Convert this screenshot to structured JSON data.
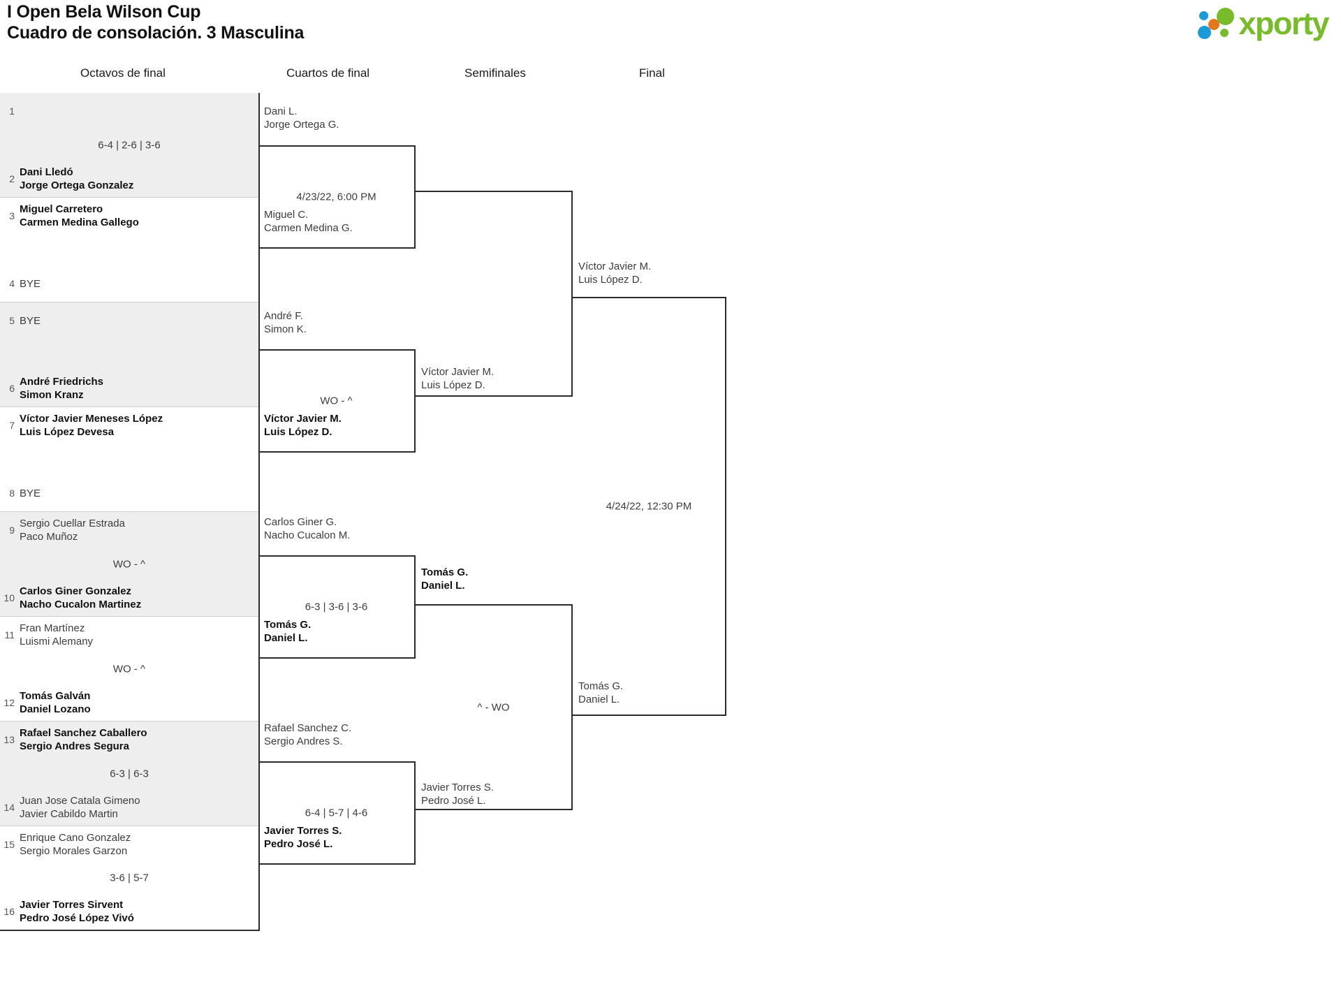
{
  "header": {
    "title_line1": "I Open Bela Wilson Cup",
    "title_line2": "Cuadro de consolación. 3 Masculina",
    "logo_word": "xporty"
  },
  "rounds": [
    {
      "label": "Octavos de final"
    },
    {
      "label": "Cuartos de final"
    },
    {
      "label": "Semifinales"
    },
    {
      "label": "Final"
    }
  ],
  "round1": {
    "matches": [
      {
        "score": "6-4 | 2-6 | 3-6",
        "top": {
          "seed": "1",
          "p1": "",
          "p2": "",
          "winner": false,
          "bye": false
        },
        "bottom": {
          "seed": "2",
          "p1": "Dani Lledó",
          "p2": "Jorge Ortega Gonzalez",
          "winner": true,
          "bye": false
        }
      },
      {
        "score": "",
        "top": {
          "seed": "3",
          "p1": "Miguel Carretero",
          "p2": "Carmen Medina Gallego",
          "winner": true,
          "bye": false
        },
        "bottom": {
          "seed": "4",
          "p1": "BYE",
          "p2": "",
          "winner": false,
          "bye": true
        }
      },
      {
        "score": "",
        "top": {
          "seed": "5",
          "p1": "BYE",
          "p2": "",
          "winner": false,
          "bye": true
        },
        "bottom": {
          "seed": "6",
          "p1": "André Friedrichs",
          "p2": "Simon Kranz",
          "winner": true,
          "bye": false
        }
      },
      {
        "score": "",
        "top": {
          "seed": "7",
          "p1": "Víctor Javier Meneses López",
          "p2": "Luis López Devesa",
          "winner": true,
          "bye": false
        },
        "bottom": {
          "seed": "8",
          "p1": "BYE",
          "p2": "",
          "winner": false,
          "bye": true
        }
      },
      {
        "score": "WO - ^",
        "top": {
          "seed": "9",
          "p1": "Sergio Cuellar Estrada",
          "p2": "Paco Muñoz",
          "winner": false,
          "bye": false
        },
        "bottom": {
          "seed": "10",
          "p1": "Carlos Giner Gonzalez",
          "p2": "Nacho Cucalon Martinez",
          "winner": true,
          "bye": false
        }
      },
      {
        "score": "WO - ^",
        "top": {
          "seed": "11",
          "p1": "Fran Martínez",
          "p2": "Luismi Alemany",
          "winner": false,
          "bye": false
        },
        "bottom": {
          "seed": "12",
          "p1": "Tomás Galván",
          "p2": "Daniel Lozano",
          "winner": true,
          "bye": false
        }
      },
      {
        "score": "6-3 | 6-3",
        "top": {
          "seed": "13",
          "p1": "Rafael Sanchez Caballero",
          "p2": "Sergio Andres Segura",
          "winner": true,
          "bye": false
        },
        "bottom": {
          "seed": "14",
          "p1": "Juan Jose Catala Gimeno",
          "p2": "Javier Cabildo Martin",
          "winner": false,
          "bye": false
        }
      },
      {
        "score": "3-6 | 5-7",
        "top": {
          "seed": "15",
          "p1": "Enrique Cano Gonzalez",
          "p2": "Sergio Morales Garzon",
          "winner": false,
          "bye": false
        },
        "bottom": {
          "seed": "16",
          "p1": "Javier Torres Sirvent",
          "p2": "Pedro José López Vivó",
          "winner": true,
          "bye": false
        }
      }
    ]
  },
  "quarterfinals": [
    {
      "score": "4/23/22, 6:00 PM",
      "top": {
        "p1": "Dani L.",
        "p2": "Jorge Ortega G.",
        "winner": false
      },
      "bottom": {
        "p1": "Miguel C.",
        "p2": "Carmen Medina G.",
        "winner": false
      }
    },
    {
      "score": "WO - ^",
      "top": {
        "p1": "André F.",
        "p2": "Simon K.",
        "winner": false
      },
      "bottom": {
        "p1": "Víctor Javier M.",
        "p2": "Luis López D.",
        "winner": true
      }
    },
    {
      "score": "6-3 | 3-6 | 3-6",
      "top": {
        "p1": "Carlos Giner G.",
        "p2": "Nacho Cucalon M.",
        "winner": false
      },
      "bottom": {
        "p1": "Tomás G.",
        "p2": "Daniel L.",
        "winner": true
      }
    },
    {
      "score": "6-4 | 5-7 | 4-6",
      "top": {
        "p1": "Rafael Sanchez C.",
        "p2": "Sergio Andres S.",
        "winner": false
      },
      "bottom": {
        "p1": "Javier Torres S.",
        "p2": "Pedro José L.",
        "winner": true
      }
    }
  ],
  "semifinals": [
    {
      "score": "",
      "top": {
        "p1": "",
        "p2": "",
        "winner": false
      },
      "bottom": {
        "p1": "Víctor Javier M.",
        "p2": "Luis López D.",
        "winner": false
      }
    },
    {
      "score": "^ - WO",
      "top": {
        "p1": "Tomás G.",
        "p2": "Daniel L.",
        "winner": true
      },
      "bottom": {
        "p1": "Javier Torres S.",
        "p2": "Pedro José L.",
        "winner": false
      }
    }
  ],
  "final": {
    "score": "4/24/22, 12:30 PM",
    "top": {
      "p1": "Víctor Javier M.",
      "p2": "Luis López D.",
      "winner": false
    },
    "bottom": {
      "p1": "Tomás G.",
      "p2": "Daniel L.",
      "winner": false
    }
  }
}
